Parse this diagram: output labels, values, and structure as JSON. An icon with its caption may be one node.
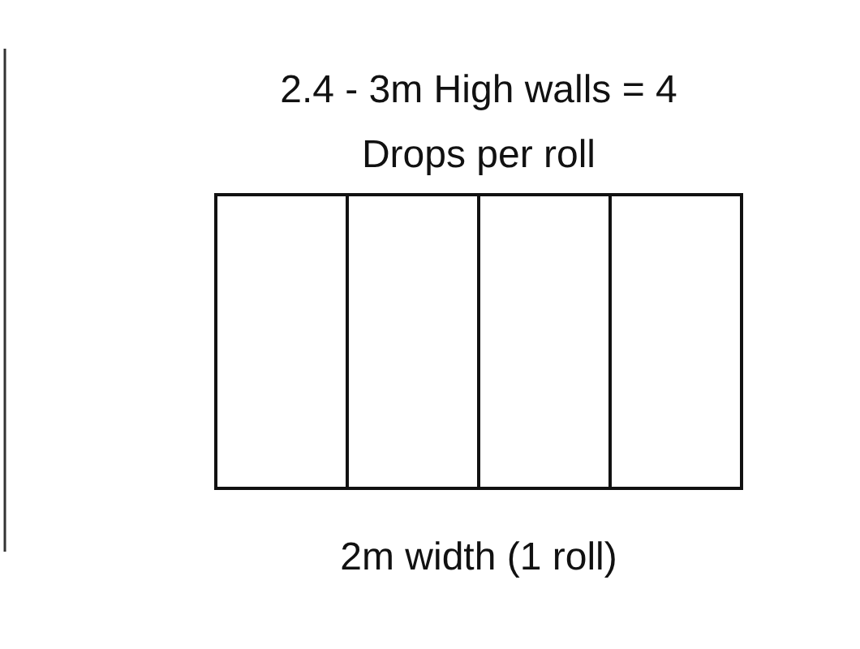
{
  "diagram": {
    "nodes": [
      {
        "text": [],
        "shape": "box"
      },
      {
        "text": [],
        "shape": "box"
      },
      {
        "text": [],
        "shape": "box"
      },
      {
        "text": [],
        "shape": "box"
      }
    ],
    "labels": [
      "2.4 - 3m High walls = 4 Drops per roll",
      "2m width (1 roll)"
    ]
  }
}
